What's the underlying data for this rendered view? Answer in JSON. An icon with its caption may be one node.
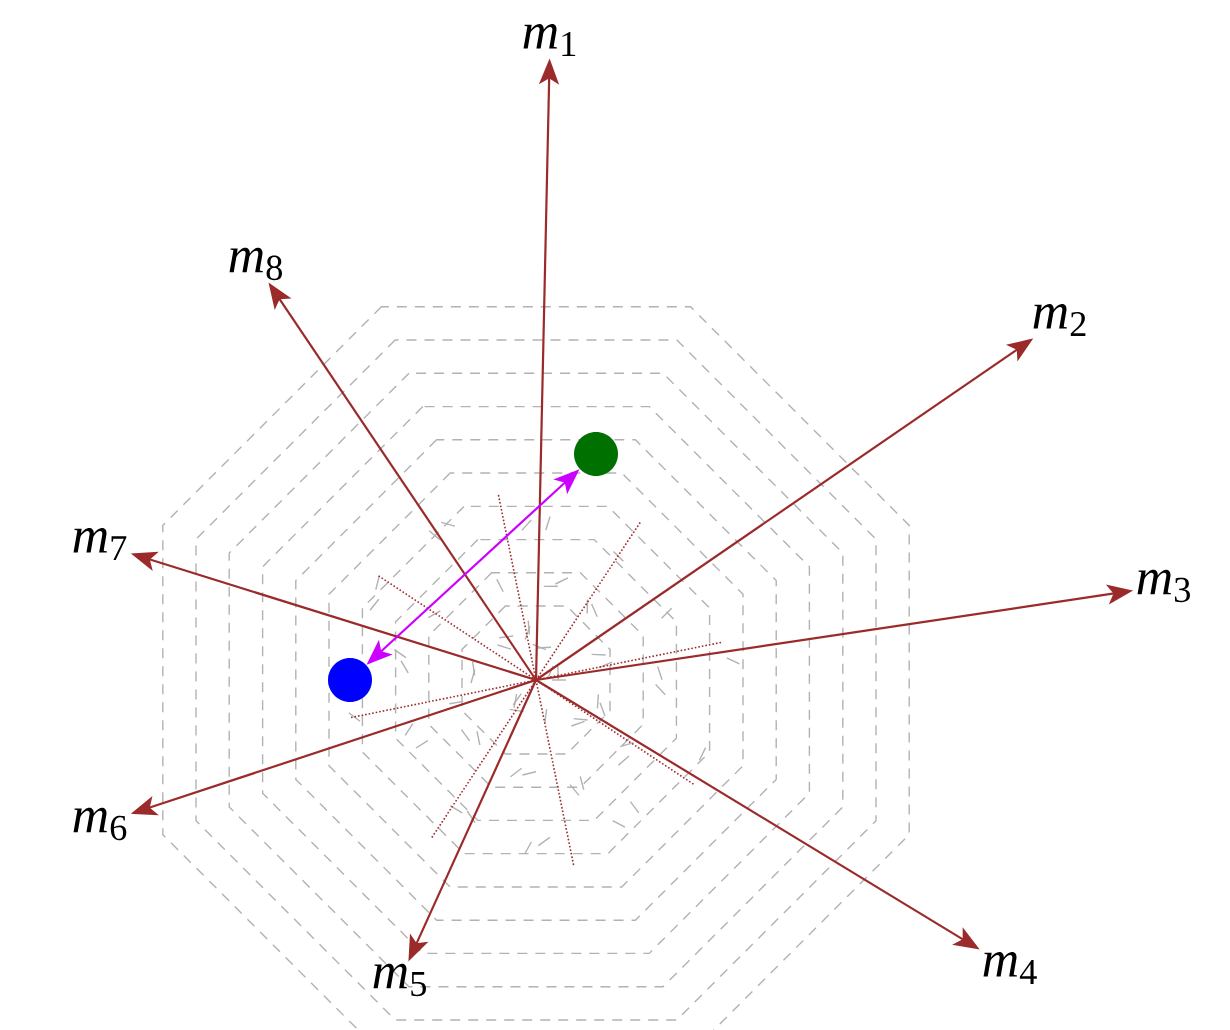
{
  "diagram": {
    "nodes": [
      {
        "text": [
          "*m*$_{1}$"
        ]
      },
      {
        "text": [
          "*m*$_{2}$"
        ]
      },
      {
        "text": [
          "*m*$_{3}$"
        ]
      },
      {
        "text": [
          "*m*$_{4}$"
        ]
      },
      {
        "text": [
          "*m*$_{5}$"
        ]
      },
      {
        "text": [
          "*m*$_{6}$"
        ]
      },
      {
        "text": [
          "*m*$_{7}$"
        ]
      },
      {
        "text": [
          "*m*$_{8}$"
        ]
      },
      {
        "text": [],
        "shape": "circle"
      },
      {
        "text": [],
        "shape": "circle"
      }
    ],
    "edges": [
      {
        "from": null,
        "to": 0,
        "arrow": "to"
      },
      {
        "from": null,
        "to": 1,
        "arrow": "to"
      },
      {
        "from": null,
        "to": 2,
        "arrow": "to"
      },
      {
        "from": null,
        "to": 3,
        "arrow": "to"
      },
      {
        "from": null,
        "to": 4,
        "arrow": "to"
      },
      {
        "from": null,
        "to": 5,
        "arrow": "to"
      },
      {
        "from": null,
        "to": 6,
        "arrow": "to"
      },
      {
        "from": null,
        "to": 7,
        "arrow": "to"
      },
      {
        "from": 9,
        "to": 8,
        "arrow": "both",
        "color": "#cc00ff"
      }
    ]
  }
}
